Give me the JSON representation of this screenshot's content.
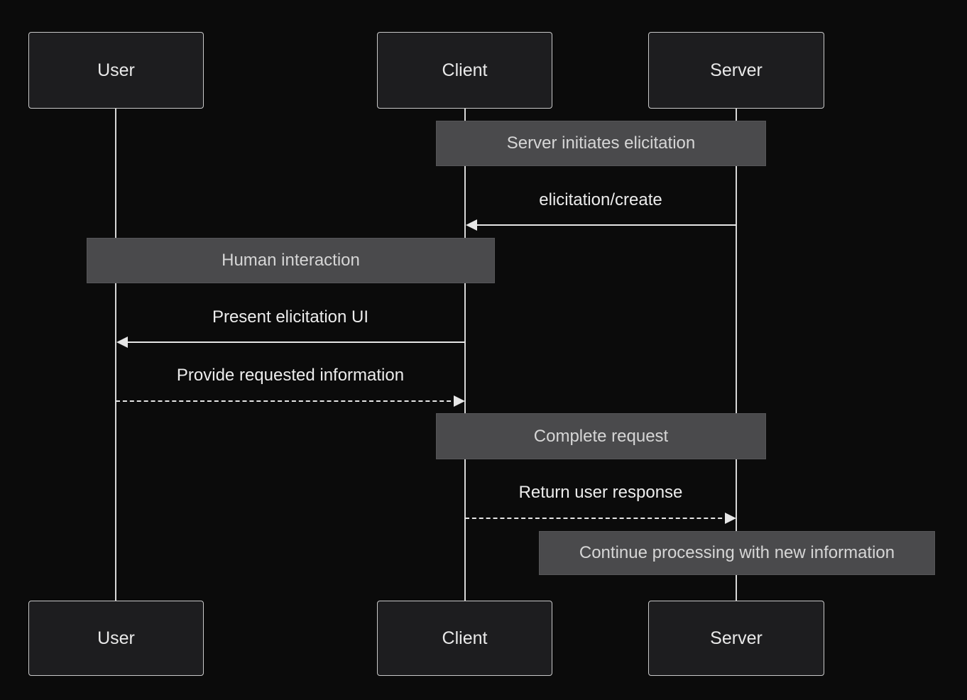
{
  "diagram": {
    "type": "sequence-diagram",
    "actors": {
      "user": "User",
      "client": "Client",
      "server": "Server"
    },
    "notes": {
      "server_initiates": "Server initiates elicitation",
      "human_interaction": "Human interaction",
      "complete_request": "Complete request",
      "continue_processing": "Continue processing with new information"
    },
    "messages": {
      "elicitation_create": {
        "label": "elicitation/create",
        "from": "Server",
        "to": "Client",
        "style": "solid"
      },
      "present_ui": {
        "label": "Present elicitation UI",
        "from": "Client",
        "to": "User",
        "style": "solid"
      },
      "provide_info": {
        "label": "Provide requested information",
        "from": "User",
        "to": "Client",
        "style": "dashed"
      },
      "return_response": {
        "label": "Return user response",
        "from": "Client",
        "to": "Server",
        "style": "dashed"
      }
    },
    "colors": {
      "background": "#0b0b0b",
      "actor_fill": "#1d1d1f",
      "actor_border": "#c9c9c9",
      "note_fill": "#4a4a4c",
      "line": "#e6e6e6",
      "text": "#e9e9e9"
    }
  }
}
